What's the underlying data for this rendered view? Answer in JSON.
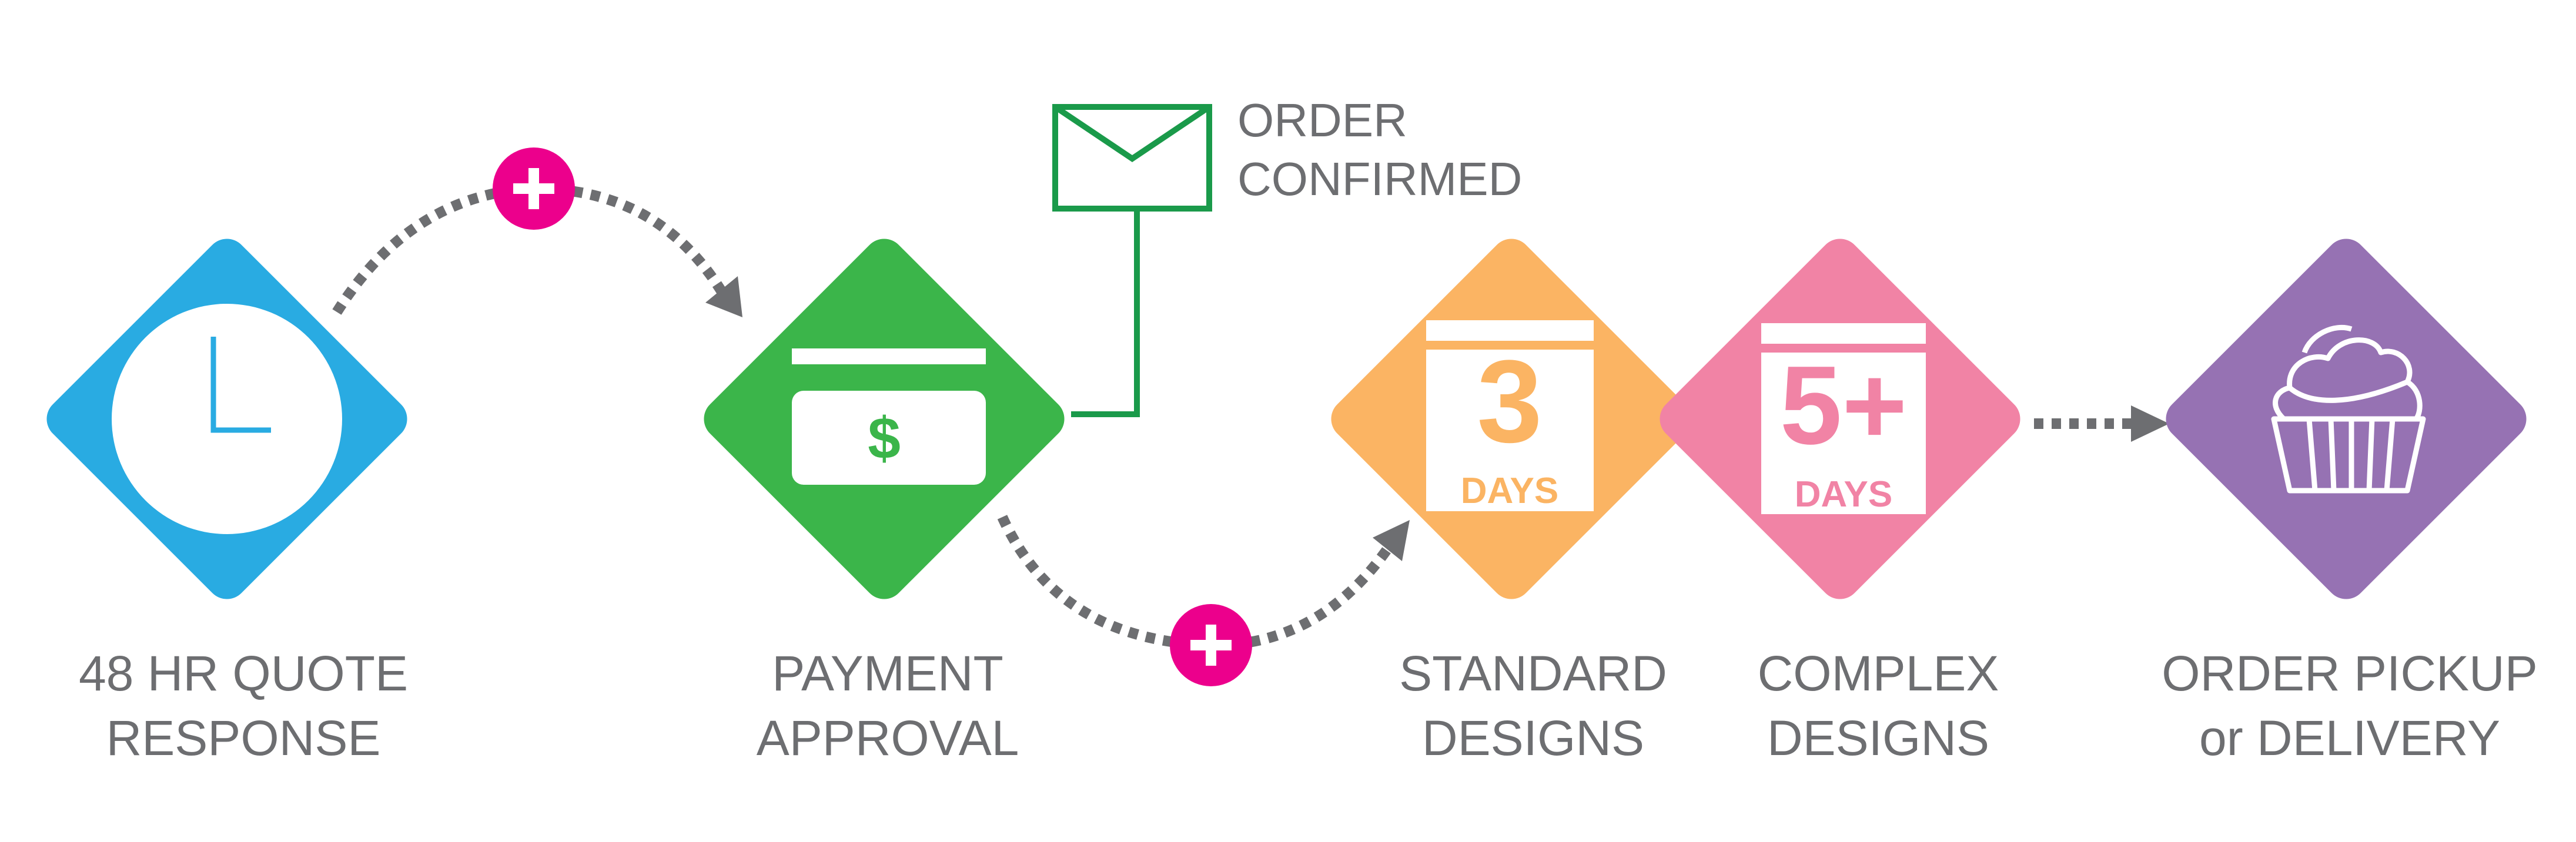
{
  "steps": [
    {
      "line1": "48 HR QUOTE",
      "line2": "RESPONSE",
      "color": "#29abe2",
      "icon": "clock-icon"
    },
    {
      "line1": "PAYMENT",
      "line2": "APPROVAL",
      "color": "#3bb54a",
      "icon": "credit-card-icon",
      "symbol": "$"
    },
    {
      "line1": "STANDARD",
      "line2": "DESIGNS",
      "color": "#fbb463",
      "icon": "calendar-icon",
      "number": "3",
      "unit": "DAYS"
    },
    {
      "line1": "COMPLEX",
      "line2": "DESIGNS",
      "color": "#f183a5",
      "icon": "calendar-icon",
      "number": "5+",
      "unit": "DAYS"
    },
    {
      "line1": "ORDER PICKUP",
      "line2": "or DELIVERY",
      "color": "#9672b3",
      "icon": "cupcake-icon"
    }
  ],
  "confirmation": {
    "line1": "ORDER",
    "line2": "CONFIRMED",
    "color": "#1a9a4a",
    "icon": "envelope-icon"
  },
  "connectors": {
    "plus_color": "#ec008c",
    "arrow_color": "#6d6e71"
  }
}
